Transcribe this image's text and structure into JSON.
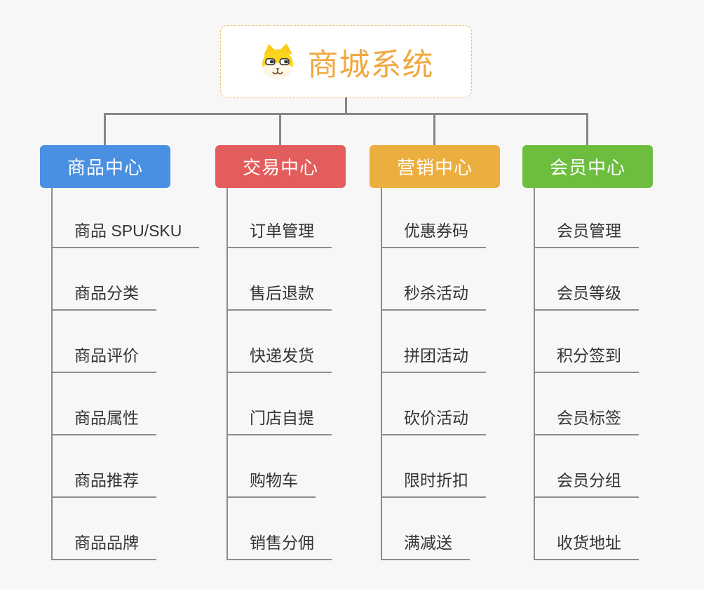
{
  "page": {
    "background": "#f7f7f7",
    "connector_color": "#878787",
    "underline_color": "#8c8c8c"
  },
  "root": {
    "title": "商城系统",
    "accent": "#f0a941",
    "border_color": "#f3bc6d",
    "icon": "doge-icon"
  },
  "branches": [
    {
      "label": "商品中心",
      "color": "#4a90e2",
      "children": [
        "商品 SPU/SKU",
        "商品分类",
        "商品评价",
        "商品属性",
        "商品推荐",
        "商品品牌"
      ]
    },
    {
      "label": "交易中心",
      "color": "#e35d5c",
      "children": [
        "订单管理",
        "售后退款",
        "快递发货",
        "门店自提",
        "购物车",
        "销售分佣"
      ]
    },
    {
      "label": "营销中心",
      "color": "#ebae3f",
      "children": [
        "优惠券码",
        "秒杀活动",
        "拼团活动",
        "砍价活动",
        "限时折扣",
        "满减送"
      ]
    },
    {
      "label": "会员中心",
      "color": "#6dbe3f",
      "children": [
        "会员管理",
        "会员等级",
        "积分签到",
        "会员标签",
        "会员分组",
        "收货地址"
      ]
    }
  ]
}
